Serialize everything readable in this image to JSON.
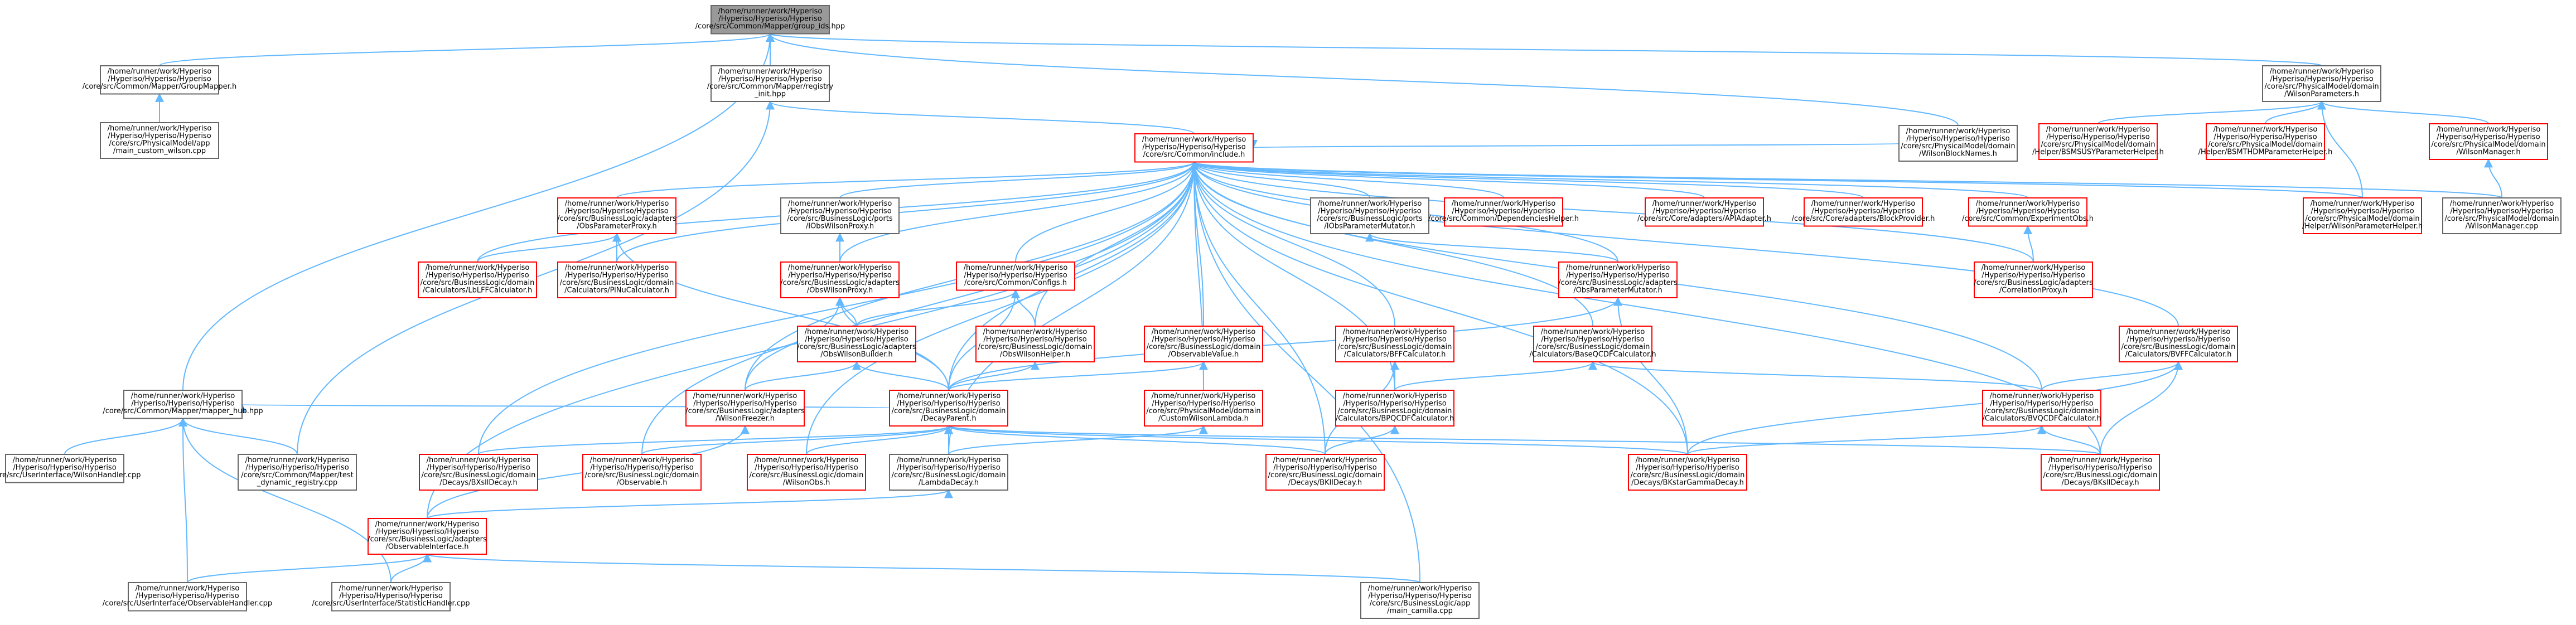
{
  "diagram": {
    "type": "include-dependency-graph",
    "colors": {
      "root_fill": "#999999",
      "root_border": "#666666",
      "node_border_black": "#666666",
      "node_border_red": "#ff0000",
      "node_fill": "#ffffff",
      "edge": "#63b8ff"
    },
    "nodes": [
      {
        "id": "root",
        "style": "root",
        "lines": [
          "/home/runner/work/Hyperiso",
          "/Hyperiso/Hyperiso/Hyperiso",
          "/core/src/Common/Mapper/group_ids.hpp"
        ]
      },
      {
        "id": "groupmapper",
        "style": "black",
        "lines": [
          "/home/runner/work/Hyperiso",
          "/Hyperiso/Hyperiso/Hyperiso",
          "/core/src/Common/Mapper/GroupMapper.h"
        ]
      },
      {
        "id": "registryinit",
        "style": "black",
        "lines": [
          "/home/runner/work/Hyperiso",
          "/Hyperiso/Hyperiso/Hyperiso",
          "/core/src/Common/Mapper/registry",
          "_init.hpp"
        ]
      },
      {
        "id": "wilsonparams",
        "style": "black",
        "lines": [
          "/home/runner/work/Hyperiso",
          "/Hyperiso/Hyperiso/Hyperiso",
          "/core/src/PhysicalModel/domain",
          "/WilsonParameters.h"
        ]
      },
      {
        "id": "maincustomwilson",
        "style": "black",
        "lines": [
          "/home/runner/work/Hyperiso",
          "/Hyperiso/Hyperiso/Hyperiso",
          "/core/src/PhysicalModel/app",
          "/main_custom_wilson.cpp"
        ]
      },
      {
        "id": "include",
        "style": "red",
        "lines": [
          "/home/runner/work/Hyperiso",
          "/Hyperiso/Hyperiso/Hyperiso",
          "/core/src/Common/include.h"
        ]
      },
      {
        "id": "wilsonblocknames",
        "style": "black",
        "lines": [
          "/home/runner/work/Hyperiso",
          "/Hyperiso/Hyperiso/Hyperiso",
          "/core/src/PhysicalModel/domain",
          "/WilsonBlockNames.h"
        ]
      },
      {
        "id": "bsmsusy",
        "style": "red",
        "lines": [
          "/home/runner/work/Hyperiso",
          "/Hyperiso/Hyperiso/Hyperiso",
          "/core/src/PhysicalModel/domain",
          "/Helper/BSMSUSYParameterHelper.h"
        ]
      },
      {
        "id": "bsmthdm",
        "style": "red",
        "lines": [
          "/home/runner/work/Hyperiso",
          "/Hyperiso/Hyperiso/Hyperiso",
          "/core/src/PhysicalModel/domain",
          "/Helper/BSMTHDMParameterHelper.h"
        ]
      },
      {
        "id": "wilsonmanagerh",
        "style": "red",
        "lines": [
          "/home/runner/work/Hyperiso",
          "/Hyperiso/Hyperiso/Hyperiso",
          "/core/src/PhysicalModel/domain",
          "/WilsonManager.h"
        ]
      },
      {
        "id": "wilsonparamhelper",
        "style": "red",
        "lines": [
          "/home/runner/work/Hyperiso",
          "/Hyperiso/Hyperiso/Hyperiso",
          "/core/src/PhysicalModel/domain",
          "/Helper/WilsonParameterHelper.h"
        ]
      },
      {
        "id": "wilsonmanagercpp",
        "style": "black",
        "lines": [
          "/home/runner/work/Hyperiso",
          "/Hyperiso/Hyperiso/Hyperiso",
          "/core/src/PhysicalModel/domain",
          "/WilsonManager.cpp"
        ]
      },
      {
        "id": "obsparamproxy",
        "style": "red",
        "lines": [
          "/home/runner/work/Hyperiso",
          "/Hyperiso/Hyperiso/Hyperiso",
          "/core/src/BusinessLogic/adapters",
          "/ObsParameterProxy.h"
        ]
      },
      {
        "id": "obswilsonproxyport",
        "style": "black",
        "lines": [
          "/home/runner/work/Hyperiso",
          "/Hyperiso/Hyperiso/Hyperiso",
          "/core/src/BusinessLogic/ports",
          "/IObsWilsonProxy.h"
        ]
      },
      {
        "id": "iobsparammutator",
        "style": "black",
        "lines": [
          "/home/runner/work/Hyperiso",
          "/Hyperiso/Hyperiso/Hyperiso",
          "/core/src/BusinessLogic/ports",
          "/IObsParameterMutator.h"
        ]
      },
      {
        "id": "dependencieshelper",
        "style": "red",
        "lines": [
          "/home/runner/work/Hyperiso",
          "/Hyperiso/Hyperiso/Hyperiso",
          "/core/src/Common/DependenciesHelper.h"
        ]
      },
      {
        "id": "apiadapter",
        "style": "red",
        "lines": [
          "/home/runner/work/Hyperiso",
          "/Hyperiso/Hyperiso/Hyperiso",
          "/core/src/Core/adapters/APIAdapter.h"
        ]
      },
      {
        "id": "blockprovider",
        "style": "red",
        "lines": [
          "/home/runner/work/Hyperiso",
          "/Hyperiso/Hyperiso/Hyperiso",
          "/core/src/Core/adapters/BlockProvider.h"
        ]
      },
      {
        "id": "experimentobs",
        "style": "red",
        "lines": [
          "/home/runner/work/Hyperiso",
          "/Hyperiso/Hyperiso/Hyperiso",
          "/core/src/Common/ExperimentObs.h"
        ]
      },
      {
        "id": "lbllcalc",
        "style": "red",
        "lines": [
          "/home/runner/work/Hyperiso",
          "/Hyperiso/Hyperiso/Hyperiso",
          "/core/src/BusinessLogic/domain",
          "/Calculators/LbLFFCalculator.h"
        ]
      },
      {
        "id": "pinucalc",
        "style": "red",
        "lines": [
          "/home/runner/work/Hyperiso",
          "/Hyperiso/Hyperiso/Hyperiso",
          "/core/src/BusinessLogic/domain",
          "/Calculators/PiNuCalculator.h"
        ]
      },
      {
        "id": "obswilsonproxy",
        "style": "red",
        "lines": [
          "/home/runner/work/Hyperiso",
          "/Hyperiso/Hyperiso/Hyperiso",
          "/core/src/BusinessLogic/adapters",
          "/ObsWilsonProxy.h"
        ]
      },
      {
        "id": "configs",
        "style": "red",
        "lines": [
          "/home/runner/work/Hyperiso",
          "/Hyperiso/Hyperiso/Hyperiso",
          "/core/src/Common/Configs.h"
        ]
      },
      {
        "id": "obsparammutator",
        "style": "red",
        "lines": [
          "/home/runner/work/Hyperiso",
          "/Hyperiso/Hyperiso/Hyperiso",
          "/core/src/BusinessLogic/adapters",
          "/ObsParameterMutator.h"
        ]
      },
      {
        "id": "correlationproxy",
        "style": "red",
        "lines": [
          "/home/runner/work/Hyperiso",
          "/Hyperiso/Hyperiso/Hyperiso",
          "/core/src/BusinessLogic/adapters",
          "/CorrelationProxy.h"
        ]
      },
      {
        "id": "obswilsonbuilder",
        "style": "red",
        "lines": [
          "/home/runner/work/Hyperiso",
          "/Hyperiso/Hyperiso/Hyperiso",
          "/core/src/BusinessLogic/adapters",
          "/ObsWilsonBuilder.h"
        ]
      },
      {
        "id": "obswilsonhelper",
        "style": "red",
        "lines": [
          "/home/runner/work/Hyperiso",
          "/Hyperiso/Hyperiso/Hyperiso",
          "/core/src/BusinessLogic/domain",
          "/ObsWilsonHelper.h"
        ]
      },
      {
        "id": "observablevalue",
        "style": "red",
        "lines": [
          "/home/runner/work/Hyperiso",
          "/Hyperiso/Hyperiso/Hyperiso",
          "/core/src/BusinessLogic/domain",
          "/ObservableValue.h"
        ]
      },
      {
        "id": "bffcalc",
        "style": "red",
        "lines": [
          "/home/runner/work/Hyperiso",
          "/Hyperiso/Hyperiso/Hyperiso",
          "/core/src/BusinessLogic/domain",
          "/Calculators/BFFCalculator.h"
        ]
      },
      {
        "id": "baseqcdfcalc",
        "style": "red",
        "lines": [
          "/home/runner/work/Hyperiso",
          "/Hyperiso/Hyperiso/Hyperiso",
          "/core/src/BusinessLogic/domain",
          "/Calculators/BaseQCDFCalculator.h"
        ]
      },
      {
        "id": "bvffcalc",
        "style": "red",
        "lines": [
          "/home/runner/work/Hyperiso",
          "/Hyperiso/Hyperiso/Hyperiso",
          "/core/src/BusinessLogic/domain",
          "/Calculators/BVFFCalculator.h"
        ]
      },
      {
        "id": "mapperhub",
        "style": "black",
        "lines": [
          "/home/runner/work/Hyperiso",
          "/Hyperiso/Hyperiso/Hyperiso",
          "/core/src/Common/Mapper/mapper_hub.hpp"
        ]
      },
      {
        "id": "wilsonfreezer",
        "style": "red",
        "lines": [
          "/home/runner/work/Hyperiso",
          "/Hyperiso/Hyperiso/Hyperiso",
          "/core/src/BusinessLogic/adapters",
          "/WilsonFreezer.h"
        ]
      },
      {
        "id": "decayparent",
        "style": "red",
        "lines": [
          "/home/runner/work/Hyperiso",
          "/Hyperiso/Hyperiso/Hyperiso",
          "/core/src/BusinessLogic/domain",
          "/DecayParent.h"
        ]
      },
      {
        "id": "customwilsonlambda",
        "style": "red",
        "lines": [
          "/home/runner/work/Hyperiso",
          "/Hyperiso/Hyperiso/Hyperiso",
          "/core/src/PhysicalModel/domain",
          "/CustomWilsonLambda.h"
        ]
      },
      {
        "id": "bpqcdfcalc",
        "style": "red",
        "lines": [
          "/home/runner/work/Hyperiso",
          "/Hyperiso/Hyperiso/Hyperiso",
          "/core/src/BusinessLogic/domain",
          "/Calculators/BPQCDFCalculator.h"
        ]
      },
      {
        "id": "bvqcdfcalc",
        "style": "red",
        "lines": [
          "/home/runner/work/Hyperiso",
          "/Hyperiso/Hyperiso/Hyperiso",
          "/core/src/BusinessLogic/domain",
          "/Calculators/BVQCDFCalculator.h"
        ]
      },
      {
        "id": "wilsonhandler",
        "style": "black",
        "lines": [
          "/home/runner/work/Hyperiso",
          "/Hyperiso/Hyperiso/Hyperiso",
          "/core/src/UserInterface/WilsonHandler.cpp"
        ]
      },
      {
        "id": "dynamicregistry",
        "style": "black",
        "lines": [
          "/home/runner/work/Hyperiso",
          "/Hyperiso/Hyperiso/Hyperiso",
          "/core/src/Common/Mapper/test",
          "_dynamic_registry.cpp"
        ]
      },
      {
        "id": "bxsildecay",
        "style": "red",
        "lines": [
          "/home/runner/work/Hyperiso",
          "/Hyperiso/Hyperiso/Hyperiso",
          "/core/src/BusinessLogic/domain",
          "/Decays/BXsllDecay.h"
        ]
      },
      {
        "id": "observableh",
        "style": "red",
        "lines": [
          "/home/runner/work/Hyperiso",
          "/Hyperiso/Hyperiso/Hyperiso",
          "/core/src/BusinessLogic/domain",
          "/Observable.h"
        ]
      },
      {
        "id": "wilsonobs",
        "style": "red",
        "lines": [
          "/home/runner/work/Hyperiso",
          "/Hyperiso/Hyperiso/Hyperiso",
          "/core/src/BusinessLogic/domain",
          "/WilsonObs.h"
        ]
      },
      {
        "id": "lambdadecay",
        "style": "black",
        "lines": [
          "/home/runner/work/Hyperiso",
          "/Hyperiso/Hyperiso/Hyperiso",
          "/core/src/BusinessLogic/domain",
          "/LambdaDecay.h"
        ]
      },
      {
        "id": "bklldecay",
        "style": "red",
        "lines": [
          "/home/runner/work/Hyperiso",
          "/Hyperiso/Hyperiso/Hyperiso",
          "/core/src/BusinessLogic/domain",
          "/Decays/BKllDecay.h"
        ]
      },
      {
        "id": "bkstargammadecay",
        "style": "red",
        "lines": [
          "/home/runner/work/Hyperiso",
          "/Hyperiso/Hyperiso/Hyperiso",
          "/core/src/BusinessLogic/domain",
          "/Decays/BKstarGammaDecay.h"
        ]
      },
      {
        "id": "bkslldecay",
        "style": "red",
        "lines": [
          "/home/runner/work/Hyperiso",
          "/Hyperiso/Hyperiso/Hyperiso",
          "/core/src/BusinessLogic/domain",
          "/Decays/BKsllDecay.h"
        ]
      },
      {
        "id": "observableinterface",
        "style": "red",
        "lines": [
          "/home/runner/work/Hyperiso",
          "/Hyperiso/Hyperiso/Hyperiso",
          "/core/src/BusinessLogic/adapters",
          "/ObservableInterface.h"
        ]
      },
      {
        "id": "observablehandler",
        "style": "black",
        "lines": [
          "/home/runner/work/Hyperiso",
          "/Hyperiso/Hyperiso/Hyperiso",
          "/core/src/UserInterface/ObservableHandler.cpp"
        ]
      },
      {
        "id": "statisticshandler",
        "style": "black",
        "lines": [
          "/home/runner/work/Hyperiso",
          "/Hyperiso/Hyperiso/Hyperiso",
          "/core/src/UserInterface/StatisticHandler.cpp"
        ]
      },
      {
        "id": "maincamilla",
        "style": "black",
        "lines": [
          "/home/runner/work/Hyperiso",
          "/Hyperiso/Hyperiso/Hyperiso",
          "/core/src/BusinessLogic/app",
          "/main_camilla.cpp"
        ]
      }
    ],
    "edges": [
      [
        "groupmapper",
        "root"
      ],
      [
        "registryinit",
        "root"
      ],
      [
        "wilsonparams",
        "root"
      ],
      [
        "mapperhub",
        "root"
      ],
      [
        "wilsonblocknames",
        "root"
      ],
      [
        "maincustomwilson",
        "groupmapper"
      ],
      [
        "include",
        "registryinit"
      ],
      [
        "dynamicregistry",
        "registryinit"
      ],
      [
        "bsmsusy",
        "wilsonparams"
      ],
      [
        "bsmthdm",
        "wilsonparams"
      ],
      [
        "wilsonmanagerh",
        "wilsonparams"
      ],
      [
        "wilsonparamhelper",
        "wilsonparams"
      ],
      [
        "wilsonmanagercpp",
        "wilsonmanagerh"
      ],
      [
        "wilsonparamhelper",
        "include"
      ],
      [
        "wilsonmanagercpp",
        "include"
      ],
      [
        "wilsonblocknames",
        "include"
      ],
      [
        "obsparamproxy",
        "include"
      ],
      [
        "obswilsonproxyport",
        "include"
      ],
      [
        "iobsparammutator",
        "include"
      ],
      [
        "dependencieshelper",
        "include"
      ],
      [
        "apiadapter",
        "include"
      ],
      [
        "blockprovider",
        "include"
      ],
      [
        "experimentobs",
        "include"
      ],
      [
        "lbllcalc",
        "include"
      ],
      [
        "pinucalc",
        "include"
      ],
      [
        "obswilsonproxy",
        "include"
      ],
      [
        "configs",
        "include"
      ],
      [
        "obsparammutator",
        "include"
      ],
      [
        "correlationproxy",
        "include"
      ],
      [
        "obswilsonhelper",
        "include"
      ],
      [
        "observablevalue",
        "include"
      ],
      [
        "bffcalc",
        "include"
      ],
      [
        "baseqcdfcalc",
        "include"
      ],
      [
        "bvffcalc",
        "include"
      ],
      [
        "wilsonfreezer",
        "include"
      ],
      [
        "decayparent",
        "include"
      ],
      [
        "customwilsonlambda",
        "include"
      ],
      [
        "bpqcdfcalc",
        "include"
      ],
      [
        "bvqcdfcalc",
        "include"
      ],
      [
        "bxsildecay",
        "include"
      ],
      [
        "observableh",
        "include"
      ],
      [
        "wilsonobs",
        "include"
      ],
      [
        "lambdadecay",
        "include"
      ],
      [
        "bklldecay",
        "include"
      ],
      [
        "bkstargammadecay",
        "include"
      ],
      [
        "bkslldecay",
        "include"
      ],
      [
        "observableinterface",
        "include"
      ],
      [
        "maincamilla",
        "include"
      ],
      [
        "lbllcalc",
        "obsparamproxy"
      ],
      [
        "pinucalc",
        "obsparamproxy"
      ],
      [
        "decayparent",
        "obsparamproxy"
      ],
      [
        "obswilsonproxy",
        "obswilsonproxyport"
      ],
      [
        "obsparammutator",
        "iobsparammutator"
      ],
      [
        "correlationproxy",
        "experimentobs"
      ],
      [
        "obswilsonbuilder",
        "obswilsonproxy"
      ],
      [
        "wilsonfreezer",
        "obswilsonproxy"
      ],
      [
        "decayparent",
        "obswilsonproxy"
      ],
      [
        "obswilsonbuilder",
        "configs"
      ],
      [
        "obswilsonhelper",
        "configs"
      ],
      [
        "decayparent",
        "configs"
      ],
      [
        "decayparent",
        "obsparammutator"
      ],
      [
        "bkstargammadecay",
        "obsparammutator"
      ],
      [
        "wilsonfreezer",
        "obswilsonbuilder"
      ],
      [
        "decayparent",
        "obswilsonbuilder"
      ],
      [
        "decayparent",
        "obswilsonhelper"
      ],
      [
        "decayparent",
        "observablevalue"
      ],
      [
        "bpqcdfcalc",
        "bffcalc"
      ],
      [
        "bklldecay",
        "bffcalc"
      ],
      [
        "bpqcdfcalc",
        "baseqcdfcalc"
      ],
      [
        "bvqcdfcalc",
        "baseqcdfcalc"
      ],
      [
        "bvqcdfcalc",
        "bvffcalc"
      ],
      [
        "bkstargammadecay",
        "bvffcalc"
      ],
      [
        "bkslldecay",
        "bvffcalc"
      ],
      [
        "wilsonhandler",
        "mapperhub"
      ],
      [
        "dynamicregistry",
        "mapperhub"
      ],
      [
        "observablehandler",
        "mapperhub"
      ],
      [
        "statisticshandler",
        "mapperhub"
      ],
      [
        "decayparent",
        "mapperhub"
      ],
      [
        "observableinterface",
        "wilsonfreezer"
      ],
      [
        "bxsildecay",
        "decayparent"
      ],
      [
        "observableh",
        "decayparent"
      ],
      [
        "wilsonobs",
        "decayparent"
      ],
      [
        "lambdadecay",
        "decayparent"
      ],
      [
        "bklldecay",
        "decayparent"
      ],
      [
        "bkstargammadecay",
        "decayparent"
      ],
      [
        "bkslldecay",
        "decayparent"
      ],
      [
        "lambdadecay",
        "customwilsonlambda"
      ],
      [
        "bklldecay",
        "bpqcdfcalc"
      ],
      [
        "bkstargammadecay",
        "bvqcdfcalc"
      ],
      [
        "bkslldecay",
        "bvqcdfcalc"
      ],
      [
        "observableinterface",
        "lambdadecay"
      ],
      [
        "observablehandler",
        "observableinterface"
      ],
      [
        "statisticshandler",
        "observableinterface"
      ],
      [
        "maincamilla",
        "observableinterface"
      ]
    ]
  }
}
